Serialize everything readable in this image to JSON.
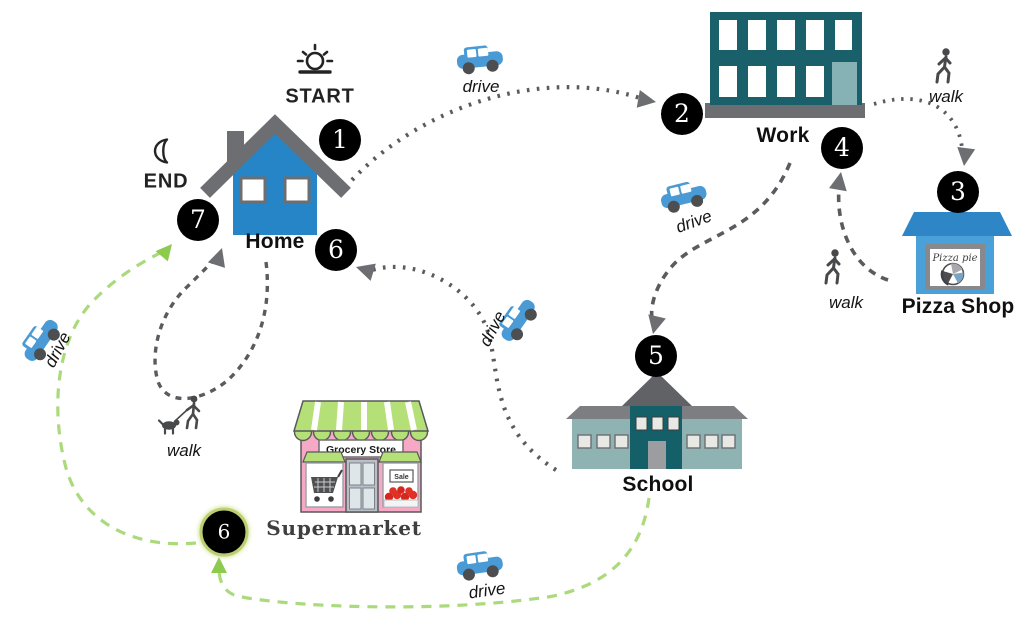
{
  "diagram": {
    "title": "daily-travel-route-map",
    "markers": {
      "start": "START",
      "end": "END"
    },
    "places": {
      "home": "Home",
      "work": "Work",
      "pizza_shop": "Pizza Shop",
      "school": "School",
      "supermarket": "Supermarket"
    },
    "stops": {
      "s1": "1",
      "s2": "2",
      "s3": "3",
      "s4": "4",
      "s5": "5",
      "s6_home": "6",
      "s6_market": "6",
      "s7": "7"
    },
    "modes": {
      "drive": "drive",
      "walk": "walk"
    },
    "signs": {
      "pizza_window": "Pizza pie",
      "grocery_store": "Grocery Store",
      "sale": "Sale"
    },
    "route_legs": [
      {
        "from": "Home",
        "to": "Work",
        "mode": "drive",
        "line": "dotted-gray"
      },
      {
        "from": "Work",
        "to": "Pizza Shop",
        "mode": "walk",
        "line": "dotted-gray"
      },
      {
        "from": "Pizza Shop",
        "to": "Work",
        "mode": "walk",
        "line": "dashed-gray"
      },
      {
        "from": "Work",
        "to": "School",
        "mode": "drive",
        "line": "dashed-gray"
      },
      {
        "from": "School",
        "to": "Home",
        "mode": "drive",
        "line": "dotted-gray"
      },
      {
        "from": "Home",
        "to": "Home",
        "mode": "walk",
        "line": "dashed-gray",
        "note": "dog-walk loop ending at END"
      },
      {
        "from": "School",
        "to": "Supermarket",
        "mode": "drive",
        "line": "dashed-green"
      },
      {
        "from": "Supermarket",
        "to": "Home",
        "mode": "drive",
        "line": "dashed-green"
      }
    ],
    "icons": {
      "start": "sunrise-icon",
      "end": "moon-icon",
      "drive": "car-icon",
      "walk": "walking-person-icon",
      "dog_walk": "dog-walker-icon"
    },
    "colors": {
      "home_blue": "#2585c7",
      "work_teal": "#19606b",
      "school_teal": "#145f68",
      "market_pink": "#f5a9c5",
      "awning_green": "#b5e077",
      "route_gray": "#595b5e",
      "route_green": "#aada7c",
      "arrow_gray": "#6d6e71",
      "arrow_green": "#8ccb4e",
      "car_blue": "#4a9ad6"
    }
  }
}
